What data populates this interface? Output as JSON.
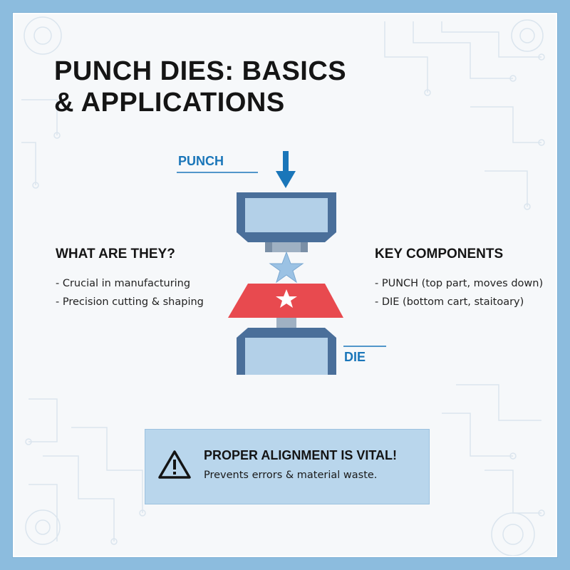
{
  "title": {
    "line1": "PUNCH DIES: BASICS",
    "line2": "& APPLICATIONS"
  },
  "diagram": {
    "punch_label": "PUNCH",
    "die_label": "DIE",
    "arrow_icon": "down-arrow-icon",
    "colors": {
      "block_light": "#b3d0e8",
      "block_dark": "#4a6f9a",
      "workpiece": "#e84a4f",
      "accent_blue": "#1a76b9",
      "star": "#9bc2e4"
    }
  },
  "left": {
    "heading": "WHAT ARE THEY?",
    "items": [
      "- Crucial in manufacturing",
      "- Precision cutting & shaping"
    ]
  },
  "right": {
    "heading": "KEY COMPONENTS",
    "items": [
      "- PUNCH (top part, moves down)",
      "- DIE (bottom cart, staitoary)"
    ]
  },
  "alert": {
    "icon": "warning-icon",
    "title": "PROPER ALIGNMENT IS VITAL!",
    "subtitle": "Prevents errors & material waste."
  }
}
